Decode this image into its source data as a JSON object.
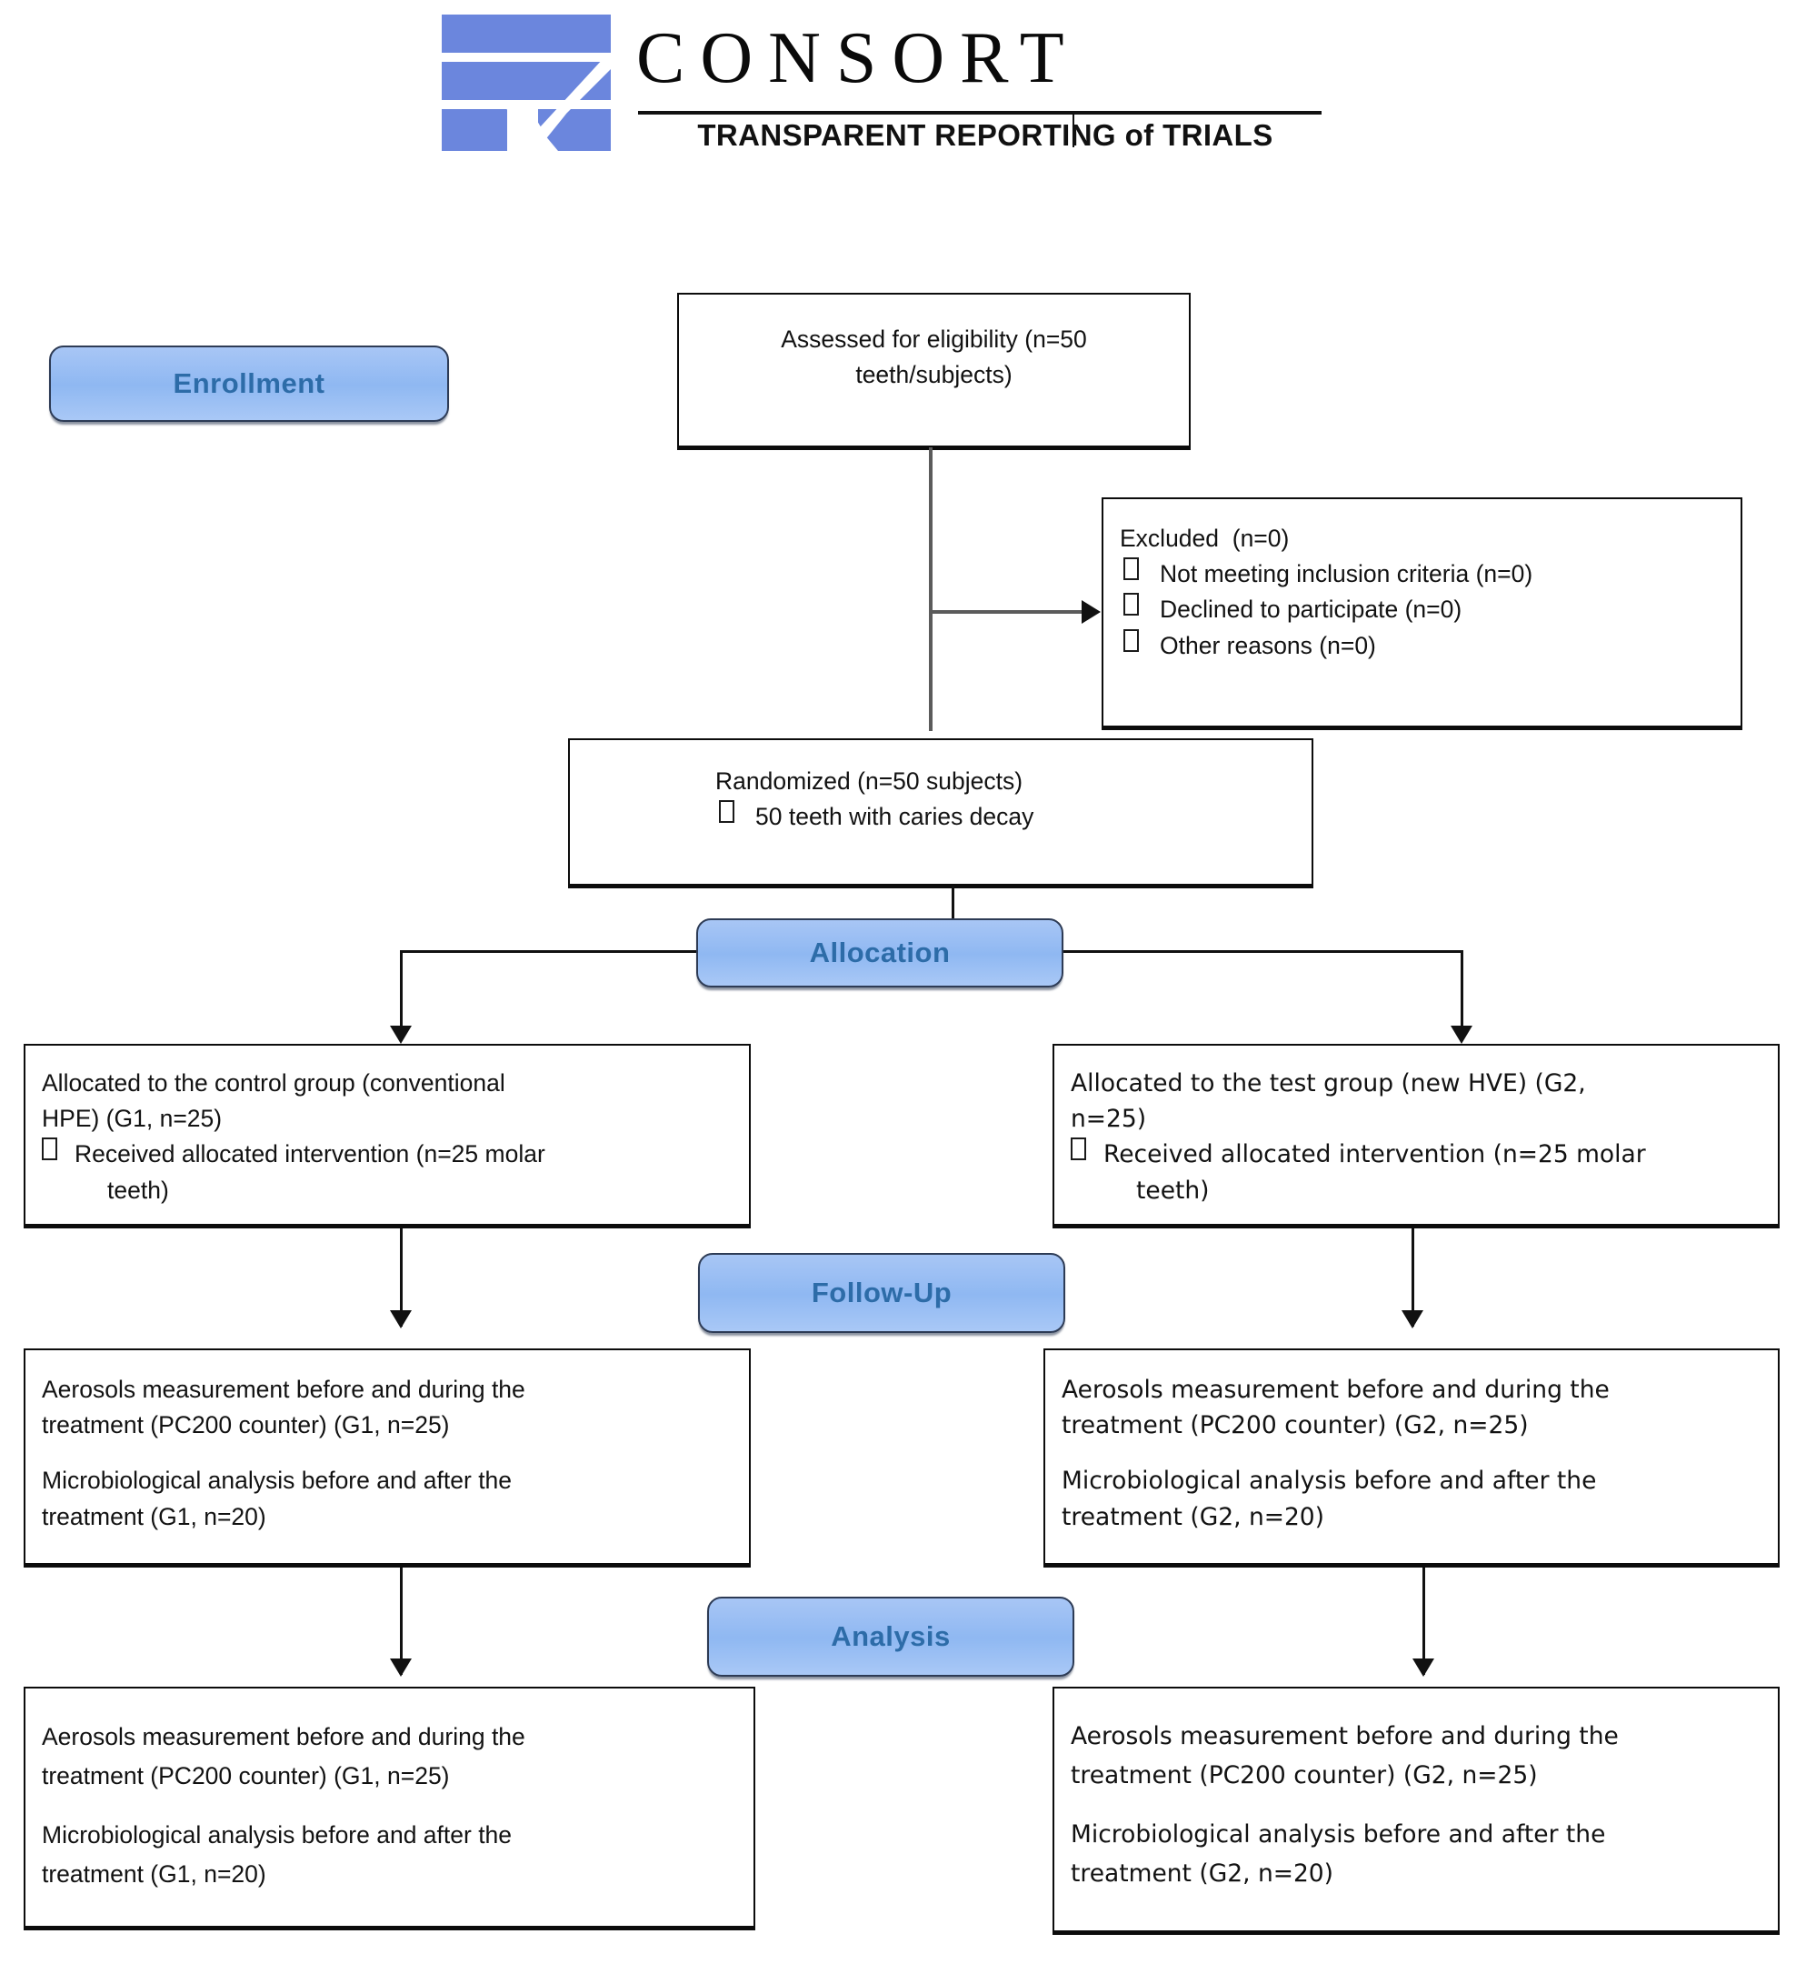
{
  "logo": {
    "wordmark": "CONSORT",
    "tagline": "TRANSPARENT REPORTING of TRIALS",
    "mark_color": "#6b86dd"
  },
  "phases": {
    "enrollment": "Enrollment",
    "allocation": "Allocation",
    "followup": "Follow-Up",
    "analysis": "Analysis",
    "pill_text_color": "#2d6ca8",
    "pill_fill": "#96bdf3"
  },
  "boxes": {
    "eligibility": {
      "line1": "Assessed for eligibility (n=50",
      "line2": "teeth/subjects)"
    },
    "excluded": {
      "title": "Excluded  (n=0)",
      "items": [
        "Not meeting inclusion criteria (n=0)",
        "Declined to participate (n=0)",
        "Other reasons (n=0)"
      ]
    },
    "randomized": {
      "title": "Randomized (n=50 subjects)",
      "item": "50 teeth with caries decay"
    },
    "alloc_left": {
      "line1": "Allocated to the control group (conventional",
      "line2": "HPE) (G1, n=25)",
      "bullet": "Received allocated intervention (n=25 molar",
      "bullet_cont": "teeth)"
    },
    "alloc_right": {
      "line1": "Allocated to the test group (new HVE) (G2,",
      "line2": "n=25)",
      "bullet": "Received allocated intervention (n=25 molar",
      "bullet_cont": "teeth)"
    },
    "follow_left": {
      "p1_line1": "Aerosols measurement before and during the",
      "p1_line2": "treatment (PC200 counter) (G1, n=25)",
      "p2_line1": "Microbiological analysis before and after the",
      "p2_line2": "treatment (G1, n=20)"
    },
    "follow_right": {
      "p1_line1": "Aerosols measurement before and during the",
      "p1_line2": "treatment (PC200 counter) (G2, n=25)",
      "p2_line1": "Microbiological analysis before and after the",
      "p2_line2": "treatment (G2, n=20)"
    },
    "analysis_left": {
      "p1_line1": "Aerosols measurement before and during the",
      "p1_line2": "treatment (PC200 counter) (G1, n=25)",
      "p2_line1": "Microbiological analysis before and after the",
      "p2_line2": "treatment (G1, n=20)"
    },
    "analysis_right": {
      "p1_line1": "Aerosols measurement before and during the",
      "p1_line2": "treatment (PC200 counter) (G2, n=25)",
      "p2_line1": "Microbiological analysis before and after the",
      "p2_line2": "treatment (G2, n=20)"
    }
  }
}
